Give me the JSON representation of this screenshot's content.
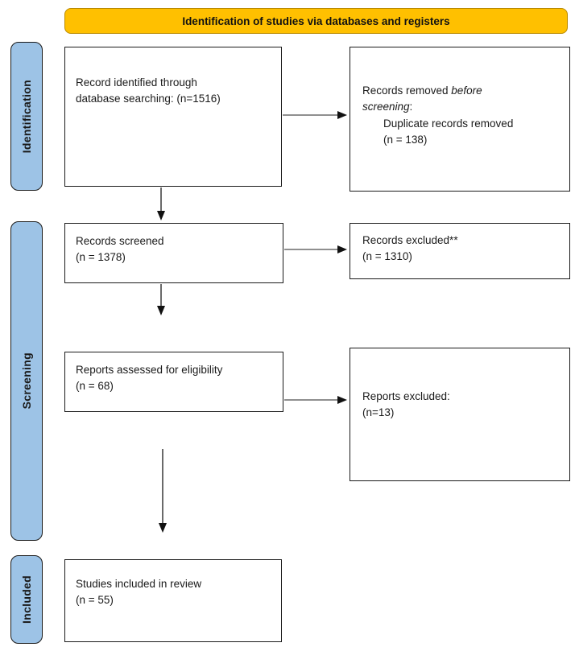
{
  "colors": {
    "banner_bg": "#FFC000",
    "stage_bg": "#9DC3E6"
  },
  "banner": {
    "title": "Identification of studies via databases and registers"
  },
  "sidebar": {
    "stages": [
      {
        "label": "Identification"
      },
      {
        "label": "Screening"
      },
      {
        "label": "Included"
      }
    ]
  },
  "boxes": {
    "records_identified": {
      "line1": "Record identified through",
      "line2": "database searching: (n=1516)"
    },
    "records_removed": {
      "l1_normal": "Records removed ",
      "l1_italic": "before",
      "l2_italic": "screening",
      "l2_normal": ":",
      "indent_line1": "Duplicate records removed",
      "indent_line2": "(n = 138)"
    },
    "records_screened": {
      "line1": "Records screened",
      "line2": "(n = 1378)"
    },
    "records_excluded": {
      "line1": "Records excluded**",
      "line2": "(n = 1310)"
    },
    "reports_assessed": {
      "line1": "Reports assessed for eligibility",
      "line2": "(n = 68)"
    },
    "reports_excluded": {
      "line1": "Reports excluded:",
      "line2": "(n=13)"
    },
    "studies_included": {
      "line1": "Studies included in review",
      "line2": "(n = 55)"
    }
  }
}
